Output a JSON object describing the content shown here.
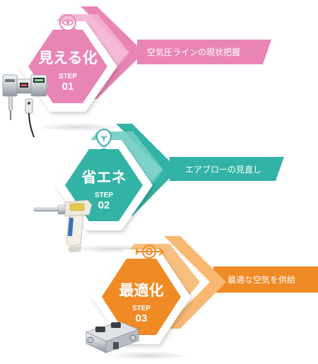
{
  "colors": {
    "pink": "#e985b5",
    "pink_light": "#f3b3d2",
    "teal": "#33b3a5",
    "teal_light": "#6fcdc3",
    "orange": "#ef8a25",
    "orange_light": "#f7b872"
  },
  "steps": [
    {
      "title": "見える化",
      "step_label": "STEP",
      "number": "01",
      "description": "空気圧ラインの現状把握",
      "icon": "eye-magnifier-icon",
      "product": "air-preparation-unit"
    },
    {
      "title": "省エネ",
      "step_label": "STEP",
      "number": "02",
      "description": "エアブローの見直し",
      "icon": "lightbulb-icon",
      "product": "air-blow-gun"
    },
    {
      "title": "最適化",
      "step_label": "STEP",
      "number": "03",
      "description": "最適な空気を供給",
      "icon": "target-arrow-icon",
      "product": "booster-regulator"
    }
  ]
}
